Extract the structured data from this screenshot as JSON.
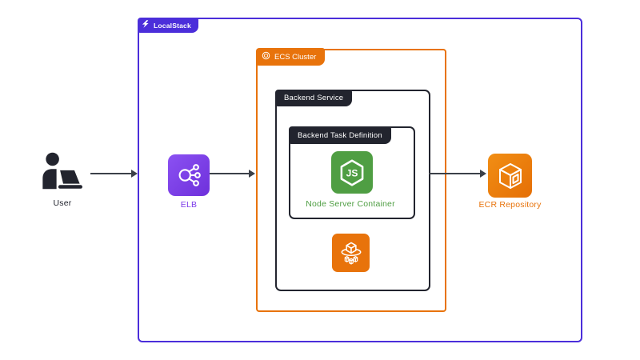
{
  "diagram": {
    "localstack": {
      "label": "LocalStack"
    },
    "ecs_cluster": {
      "label": "ECS Cluster"
    },
    "backend_service": {
      "label": "Backend Service"
    },
    "task_definition": {
      "label": "Backend Task Definition"
    },
    "user": {
      "label": "User"
    },
    "elb": {
      "label": "ELB"
    },
    "node_container": {
      "label": "Node Server Container"
    },
    "ecr": {
      "label": "ECR Repository"
    }
  },
  "icons": {
    "localstack_logo": "localstack-bolt-icon",
    "ecs_cluster_badge": "ecs-ring-icon",
    "user": "person-at-laptop-icon",
    "elb": "load-balancer-icon",
    "node": "nodejs-hexagon-icon",
    "ecs_service": "container-orbit-icon",
    "ecr": "registry-cube-icon"
  },
  "colors": {
    "outer": "#4B2EDA",
    "orange": "#E8730B",
    "dark": "#22242E",
    "green": "#4F9E43",
    "elb": "#7C3BEA",
    "arrow": "#3B4048"
  }
}
